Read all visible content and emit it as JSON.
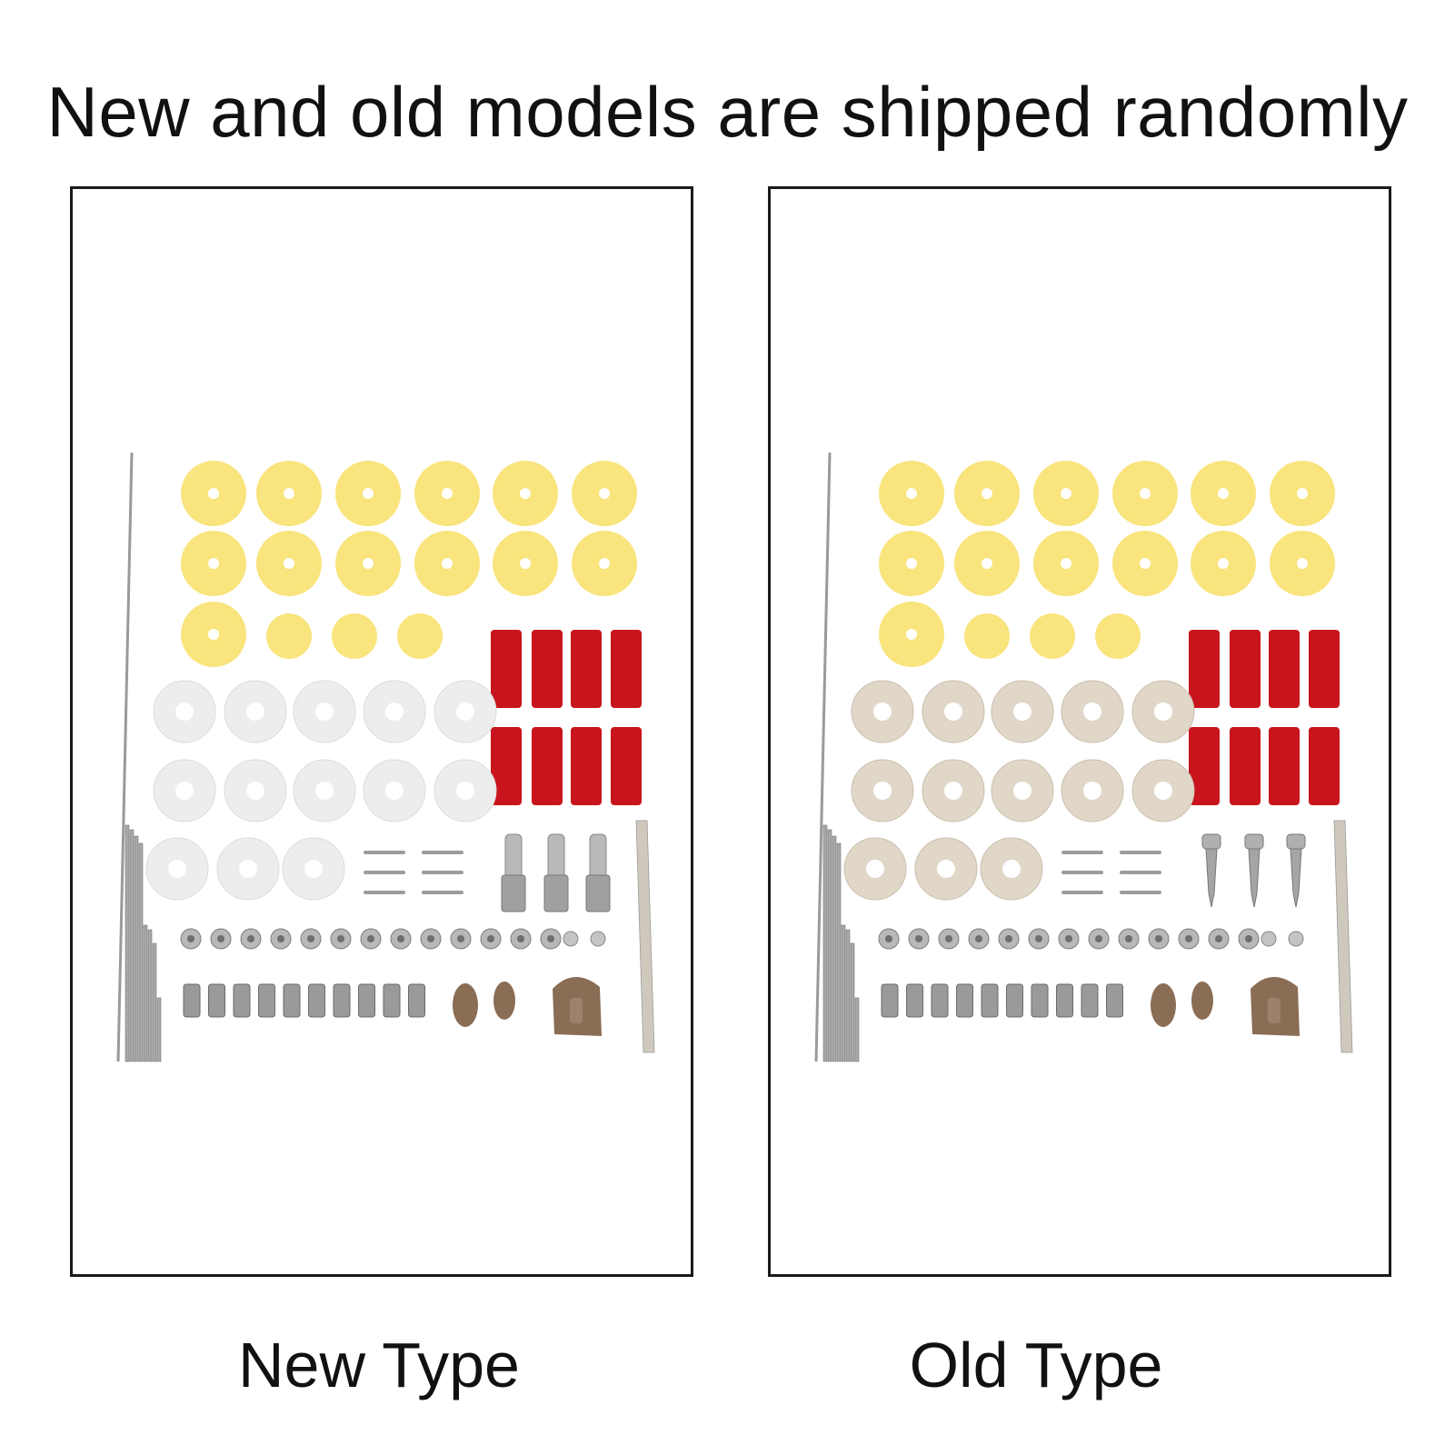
{
  "headline": "New and old models are shipped randomly",
  "panels": [
    {
      "caption": "New Type",
      "washer_style": "white",
      "screw_style": "pivot"
    },
    {
      "caption": "Old Type",
      "washer_style": "metal",
      "screw_style": "point"
    }
  ],
  "colors": {
    "felt_yellow": "#f9e47d",
    "red_pad": "#c8141c",
    "white_washer": "#ededed",
    "metal_washer": "#e0d7c8",
    "steel": "#a8a8a8",
    "cork": "#8a6d55",
    "border": "#1a1a1a"
  }
}
